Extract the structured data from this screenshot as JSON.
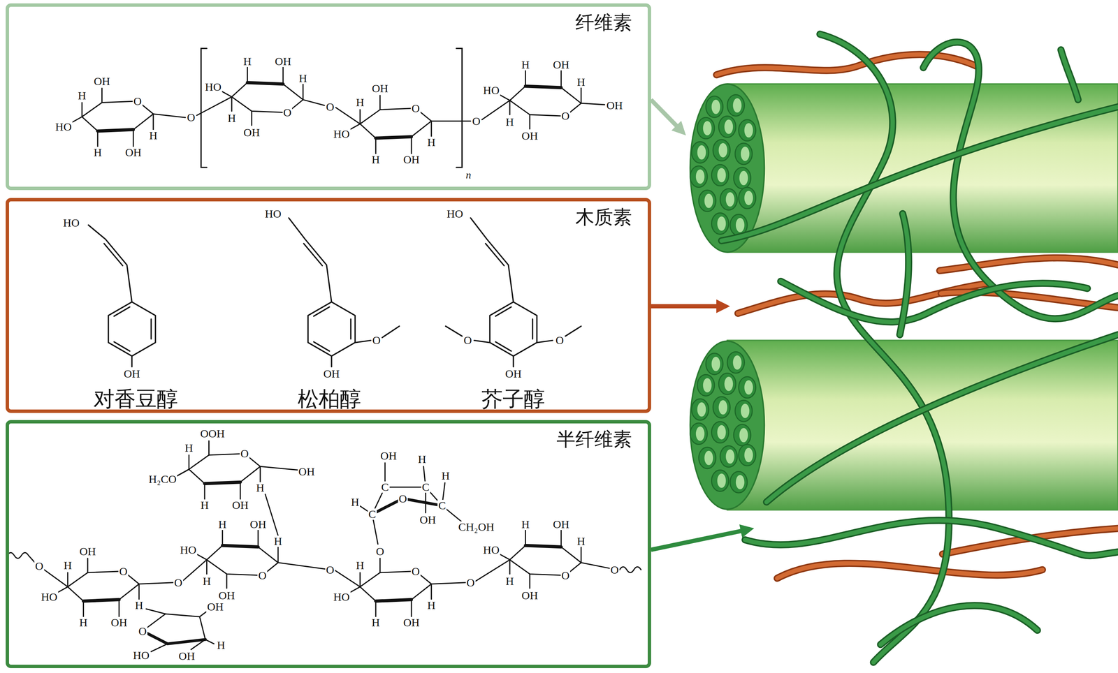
{
  "diagram": {
    "nodes": [
      {
        "text": [
          "纤维素"
        ]
      },
      {
        "text": [
          "木质素"
        ]
      },
      {
        "text": [
          "半纤维素"
        ]
      }
    ],
    "labels": [
      "H",
      "HO",
      "H",
      "OH",
      "OH",
      "H",
      "O",
      "O",
      "H",
      "HO",
      "H",
      "OH",
      "OH",
      "H",
      "O",
      "O",
      "H",
      "HO",
      "H",
      "OH",
      "OH",
      "H",
      "O",
      "O",
      "H",
      "HO",
      "H",
      "OH",
      "OH",
      "H",
      "O",
      "OH",
      "n",
      "HO",
      "OH",
      "对香豆醇",
      "HO",
      "O",
      "OH",
      "松柏醇",
      "HO",
      "O",
      "O",
      "OH",
      "芥子醇",
      "H",
      "H₂CO",
      "H",
      "OOH",
      "OH",
      "H",
      "O",
      "OH",
      "C",
      "C",
      "C",
      "C",
      "O",
      "OH",
      "H",
      "H",
      "CH₂OH",
      "OH",
      "H",
      "O",
      "H",
      "HO",
      "H",
      "OH",
      "OH",
      "H",
      "O",
      "O",
      "H",
      "HO",
      "H",
      "OH",
      "OH",
      "H",
      "O",
      "O",
      "H",
      "HO",
      "H",
      "O",
      "OH",
      "H",
      "O",
      "O",
      "H",
      "HO",
      "H",
      "OH",
      "OH",
      "H",
      "O",
      "O",
      "O",
      "OH",
      "HO",
      "H",
      "OH"
    ]
  }
}
